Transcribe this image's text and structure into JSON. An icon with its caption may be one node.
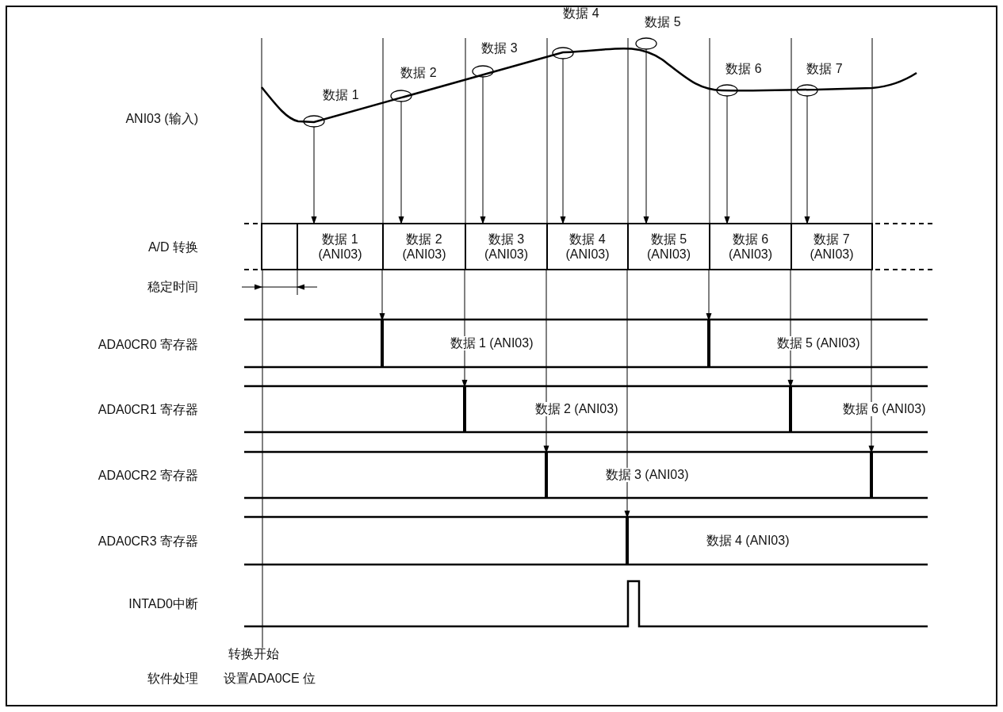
{
  "diagram": {
    "nodes": [
      {
        "text": [],
        "shape": "circle",
        "beside": [
          "数据 1"
        ]
      },
      {
        "text": [],
        "shape": "circle",
        "beside": [
          "数据 2"
        ]
      },
      {
        "text": [],
        "shape": "circle",
        "beside": [
          "数据 3"
        ]
      },
      {
        "text": [],
        "shape": "circle",
        "beside": [
          "数据 4"
        ]
      },
      {
        "text": [],
        "shape": "circle",
        "beside": [
          "数据 5"
        ]
      },
      {
        "text": [],
        "shape": "circle",
        "beside": [
          "数据 6"
        ]
      },
      {
        "text": [],
        "shape": "circle",
        "beside": [
          "数据 7"
        ]
      },
      {
        "text": [],
        "shape": "box"
      },
      {
        "text": [
          "数据 1 (ANI03)"
        ]
      },
      {
        "text": [
          "数据 2 (ANI03)"
        ]
      },
      {
        "text": [
          "数据 3 (ANI03)"
        ]
      },
      {
        "text": [
          "数据 4 (ANI03)"
        ]
      },
      {
        "text": [
          "数据 5 (ANI03)"
        ]
      },
      {
        "text": [
          "数据 6 (ANI03)"
        ]
      },
      {
        "text": [
          "数据 7 (ANI03)"
        ]
      },
      {
        "text": [],
        "shape": "bar"
      },
      {
        "text": [],
        "shape": "bar"
      },
      {
        "text": [],
        "shape": "bar"
      },
      {
        "text": [],
        "shape": "bar"
      },
      {
        "text": [],
        "shape": "bar"
      },
      {
        "text": [],
        "shape": "bar"
      },
      {
        "text": [],
        "shape": "bar"
      },
      {
        "text": [
          "转换开始"
        ]
      }
    ],
    "edges": [
      {
        "from": 0,
        "to": 8,
        "arrow": "to"
      },
      {
        "from": 1,
        "to": 9,
        "arrow": "to"
      },
      {
        "from": 2,
        "to": 10,
        "arrow": "to"
      },
      {
        "from": 3,
        "to": 11,
        "arrow": "to"
      },
      {
        "from": 4,
        "to": 12,
        "arrow": "to"
      },
      {
        "from": 5,
        "to": 13,
        "arrow": "to"
      },
      {
        "from": 6,
        "to": 14,
        "arrow": "to"
      },
      {
        "from": 8,
        "to": 15,
        "arrow": "to"
      },
      {
        "from": 9,
        "to": 17,
        "arrow": "to"
      },
      {
        "from": 10,
        "to": 19,
        "arrow": "to"
      },
      {
        "from": 11,
        "to": 21,
        "arrow": "to"
      },
      {
        "from": 12,
        "to": 16,
        "arrow": "to"
      },
      {
        "from": 13,
        "to": 18,
        "arrow": "to"
      },
      {
        "from": 14,
        "to": 20,
        "arrow": "to"
      },
      {
        "from": 22,
        "to": 7,
        "arrow": "none"
      }
    ],
    "labels": [
      "ANI03 (输入)",
      "A/D 转换",
      "稳定时间",
      "ADA0CR0 寄存器",
      "数据 1 (ANI03)",
      "数据 5 (ANI03)",
      "ADA0CR1 寄存器",
      "数据 2 (ANI03)",
      "数据 6 (ANI03)",
      "ADA0CR2 寄存器",
      "数据 3 (ANI03)",
      "ADA0CR3 寄存器",
      "数据 4 (ANI03)",
      "INTAD0中断",
      "软件处理",
      "设置ADA0CE 位"
    ]
  }
}
